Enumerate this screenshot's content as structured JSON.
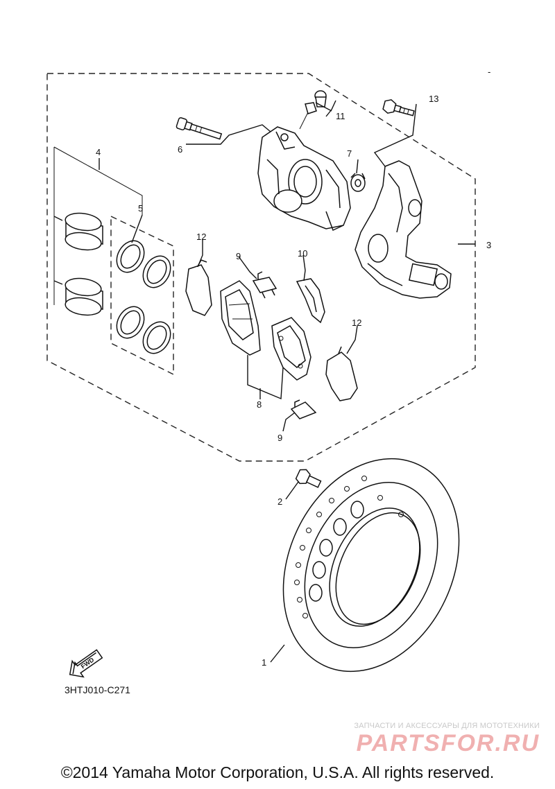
{
  "diagram": {
    "reference_code": "3HTJ010-C271",
    "copyright": "©2014 Yamaha Motor Corporation, U.S.A. All rights reserved.",
    "fwd_arrow_label": "FWD",
    "corner_mark": "-",
    "callouts": {
      "c1": "1",
      "c2": "2",
      "c3": "3",
      "c4": "4",
      "c5": "5",
      "c6": "6",
      "c7": "7",
      "c8": "8",
      "c9a": "9",
      "c9b": "9",
      "c10": "10",
      "c11": "11",
      "c12a": "12",
      "c12b": "12",
      "c13": "13"
    }
  },
  "watermark": {
    "tagline": "ЗАПЧАСТИ И АКСЕССУАРЫ ДЛЯ МОТОТЕХНИКИ",
    "logo": "PARTSFOR.RU"
  }
}
